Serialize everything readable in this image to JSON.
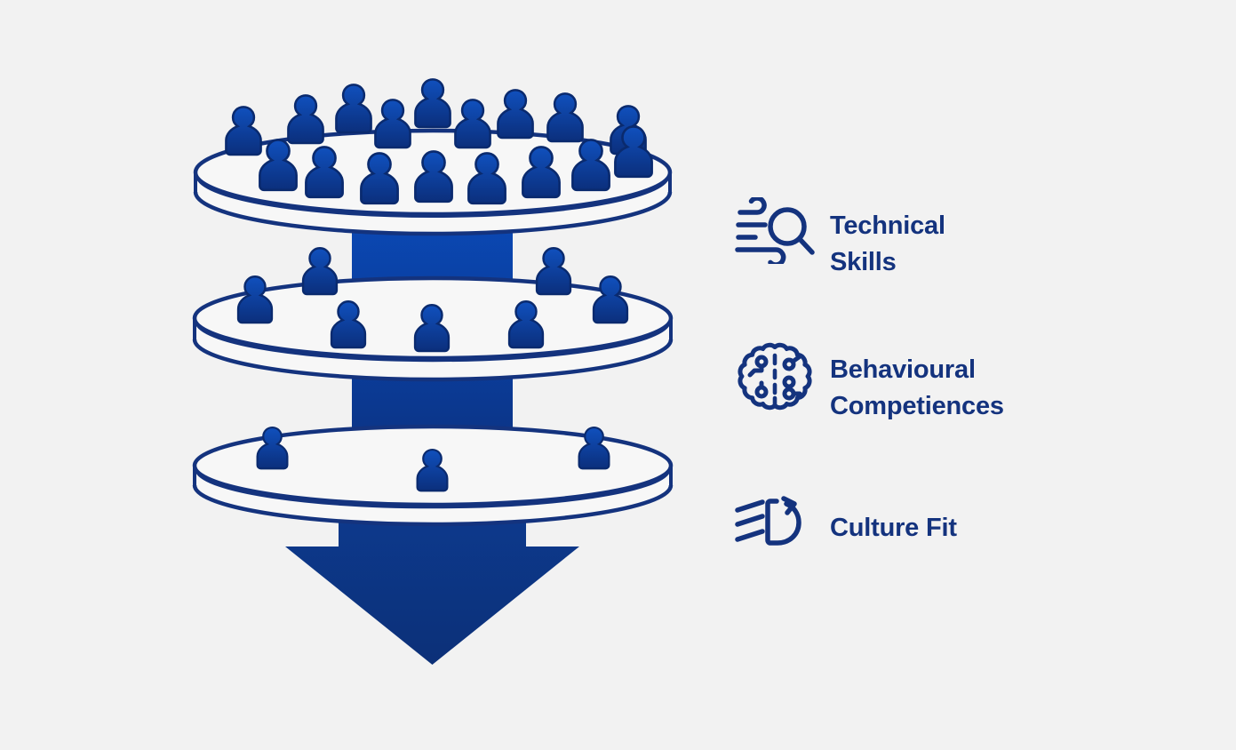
{
  "background_color": "#f2f2f2",
  "accent_color": "#14337e",
  "diagram": {
    "type": "recruitment-funnel",
    "title_alt": "Recruitment screening funnel",
    "stage_colors": {
      "disc_fill": "#f7f7f7",
      "disc_stroke": "#14337e",
      "person_light": "#0f47b4",
      "person_dark": "#0c2f7e",
      "cylinder_top": "#0a44ab",
      "cylinder_bottom": "#0c3385",
      "arrow": "#0d3580"
    },
    "stages": [
      {
        "name": "applicant-pool",
        "people_back_row": 9,
        "people_front_row": 8,
        "people_total": 17
      },
      {
        "name": "second-stage-pool",
        "people_total": 7
      },
      {
        "name": "final-stage-pool",
        "people_total": 3
      }
    ],
    "arrow_direction": "down"
  },
  "legend": {
    "items": [
      {
        "icon": "search-wind-icon",
        "label": "Technical\nSkills"
      },
      {
        "icon": "brain-circuit-icon",
        "label": "Behavioural\nCompetiences"
      },
      {
        "icon": "rotate-motion-icon",
        "label": "Culture Fit"
      }
    ]
  }
}
